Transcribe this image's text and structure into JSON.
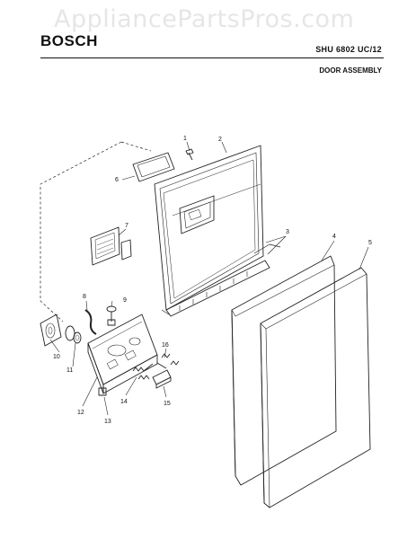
{
  "watermark": "AppliancePartsPros.com",
  "header": {
    "brand": "BOSCH",
    "model": "SHU 6802 UC/12",
    "section": "DOOR ASSEMBLY"
  },
  "callouts": [
    "1",
    "2",
    "3",
    "4",
    "5",
    "6",
    "7",
    "8",
    "9",
    "10",
    "11",
    "12",
    "13",
    "14",
    "15",
    "16"
  ]
}
